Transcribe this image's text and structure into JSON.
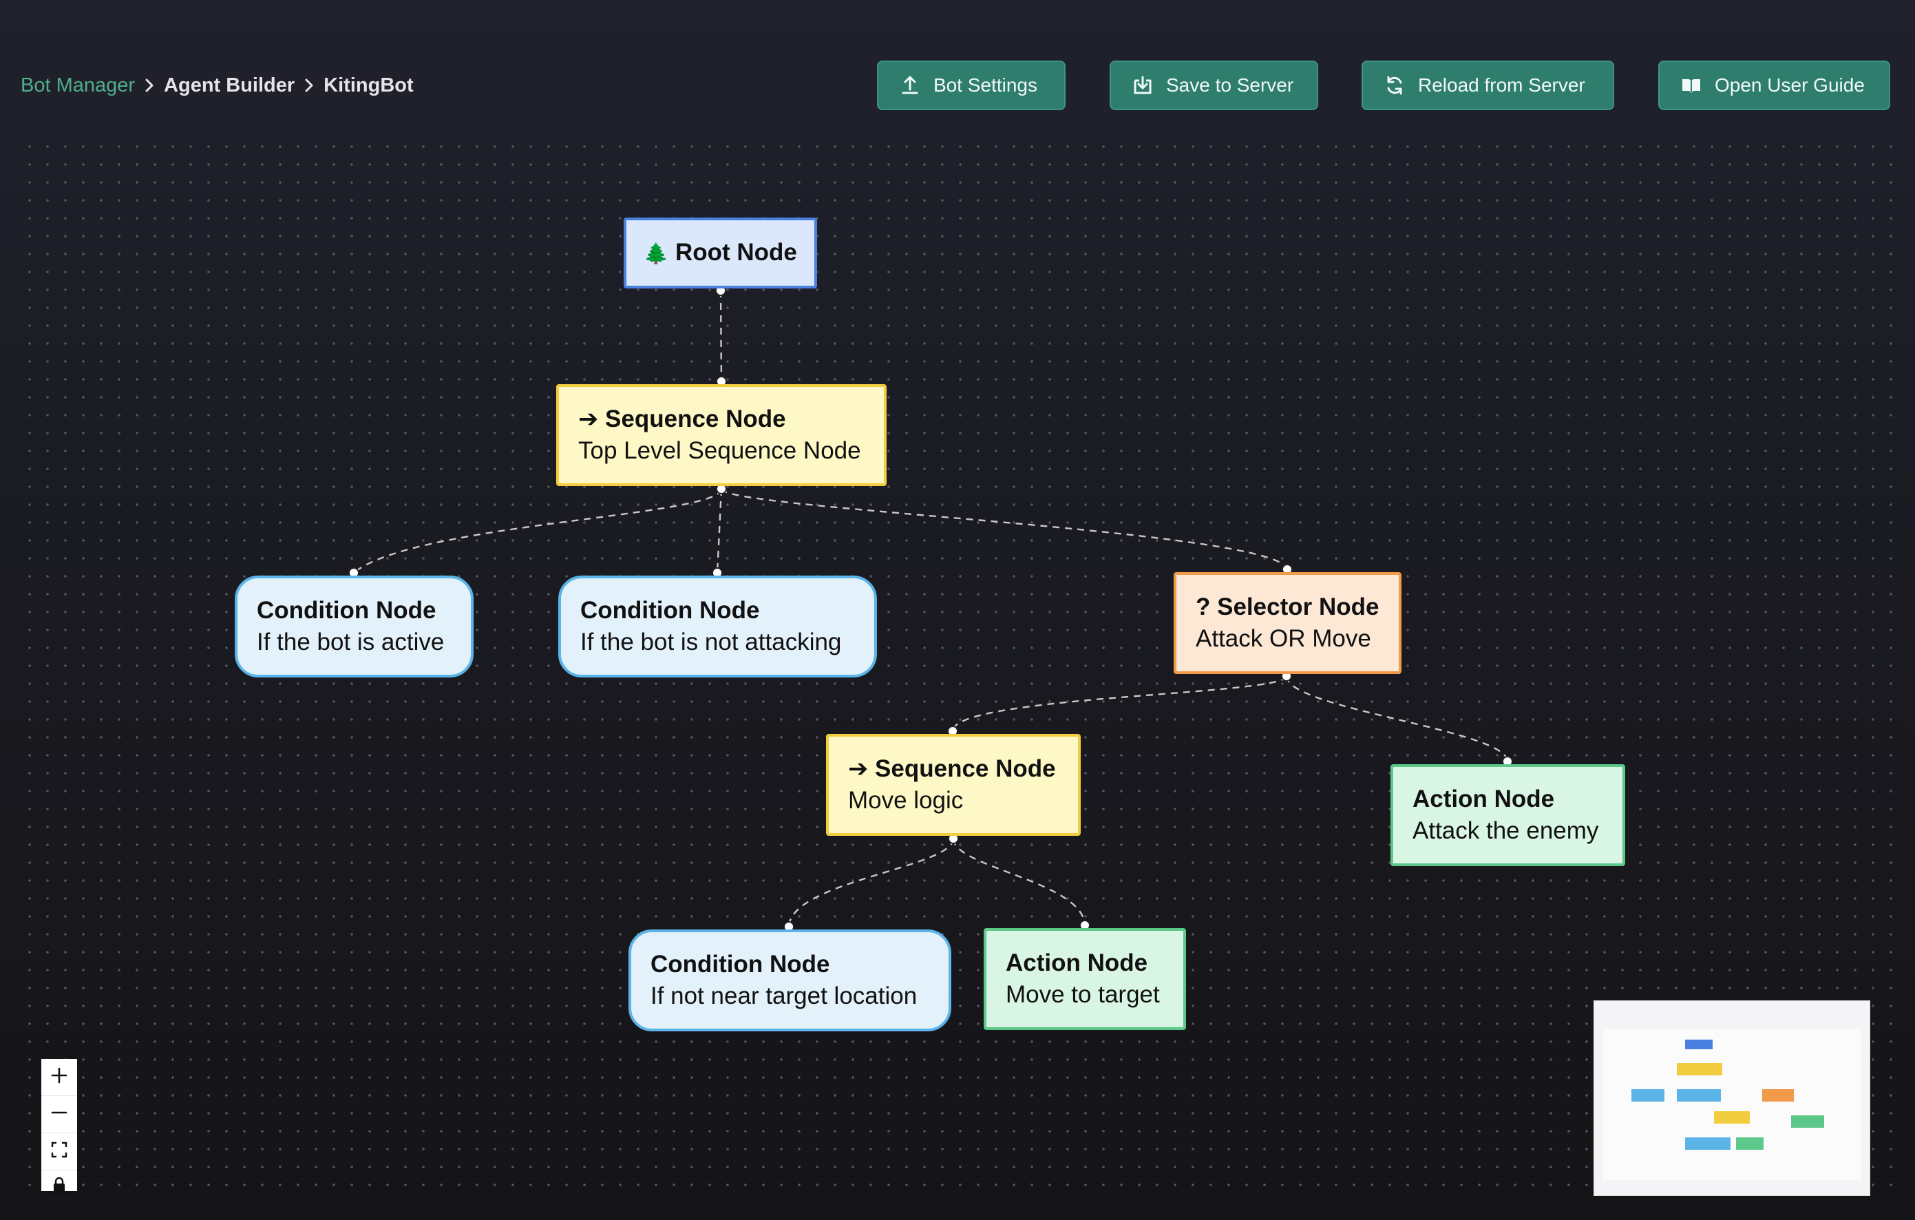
{
  "breadcrumb": {
    "root": "Bot Manager",
    "section": "Agent Builder",
    "current": "KitingBot"
  },
  "toolbar": {
    "bot_settings": "Bot Settings",
    "save": "Save to Server",
    "reload": "Reload from Server",
    "guide": "Open User Guide"
  },
  "icons": {
    "bot_settings": "upload-icon",
    "save": "download-box-icon",
    "reload": "refresh-icon",
    "guide": "book-icon",
    "root": "tree-icon"
  },
  "colors": {
    "accent": "#2e7d6d",
    "root": "#4a80e0",
    "sequence": "#f2cd40",
    "condition": "#5ab4e8",
    "selector": "#f09a4a",
    "action": "#5cc98b"
  },
  "nodes": {
    "root": {
      "icon": "🌲",
      "title": "Root Node"
    },
    "seq_top": {
      "title": "➔ Sequence Node",
      "subtitle": "Top Level Sequence Node"
    },
    "cond_active": {
      "title": "Condition Node",
      "subtitle": "If the bot is active"
    },
    "cond_not_attacking": {
      "title": "Condition Node",
      "subtitle": "If the bot is not attacking"
    },
    "selector": {
      "title": "? Selector Node",
      "subtitle": "Attack OR Move"
    },
    "seq_move": {
      "title": "➔ Sequence Node",
      "subtitle": "Move logic"
    },
    "action_attack": {
      "title": "Action Node",
      "subtitle": "Attack the enemy"
    },
    "cond_near": {
      "title": "Condition Node",
      "subtitle": "If not near target location"
    },
    "action_move": {
      "title": "Action Node",
      "subtitle": "Move to target"
    }
  },
  "controls": {
    "zoom_in": "plus-icon",
    "zoom_out": "minus-icon",
    "fit_view": "fit-view-icon",
    "lock": "lock-icon"
  }
}
